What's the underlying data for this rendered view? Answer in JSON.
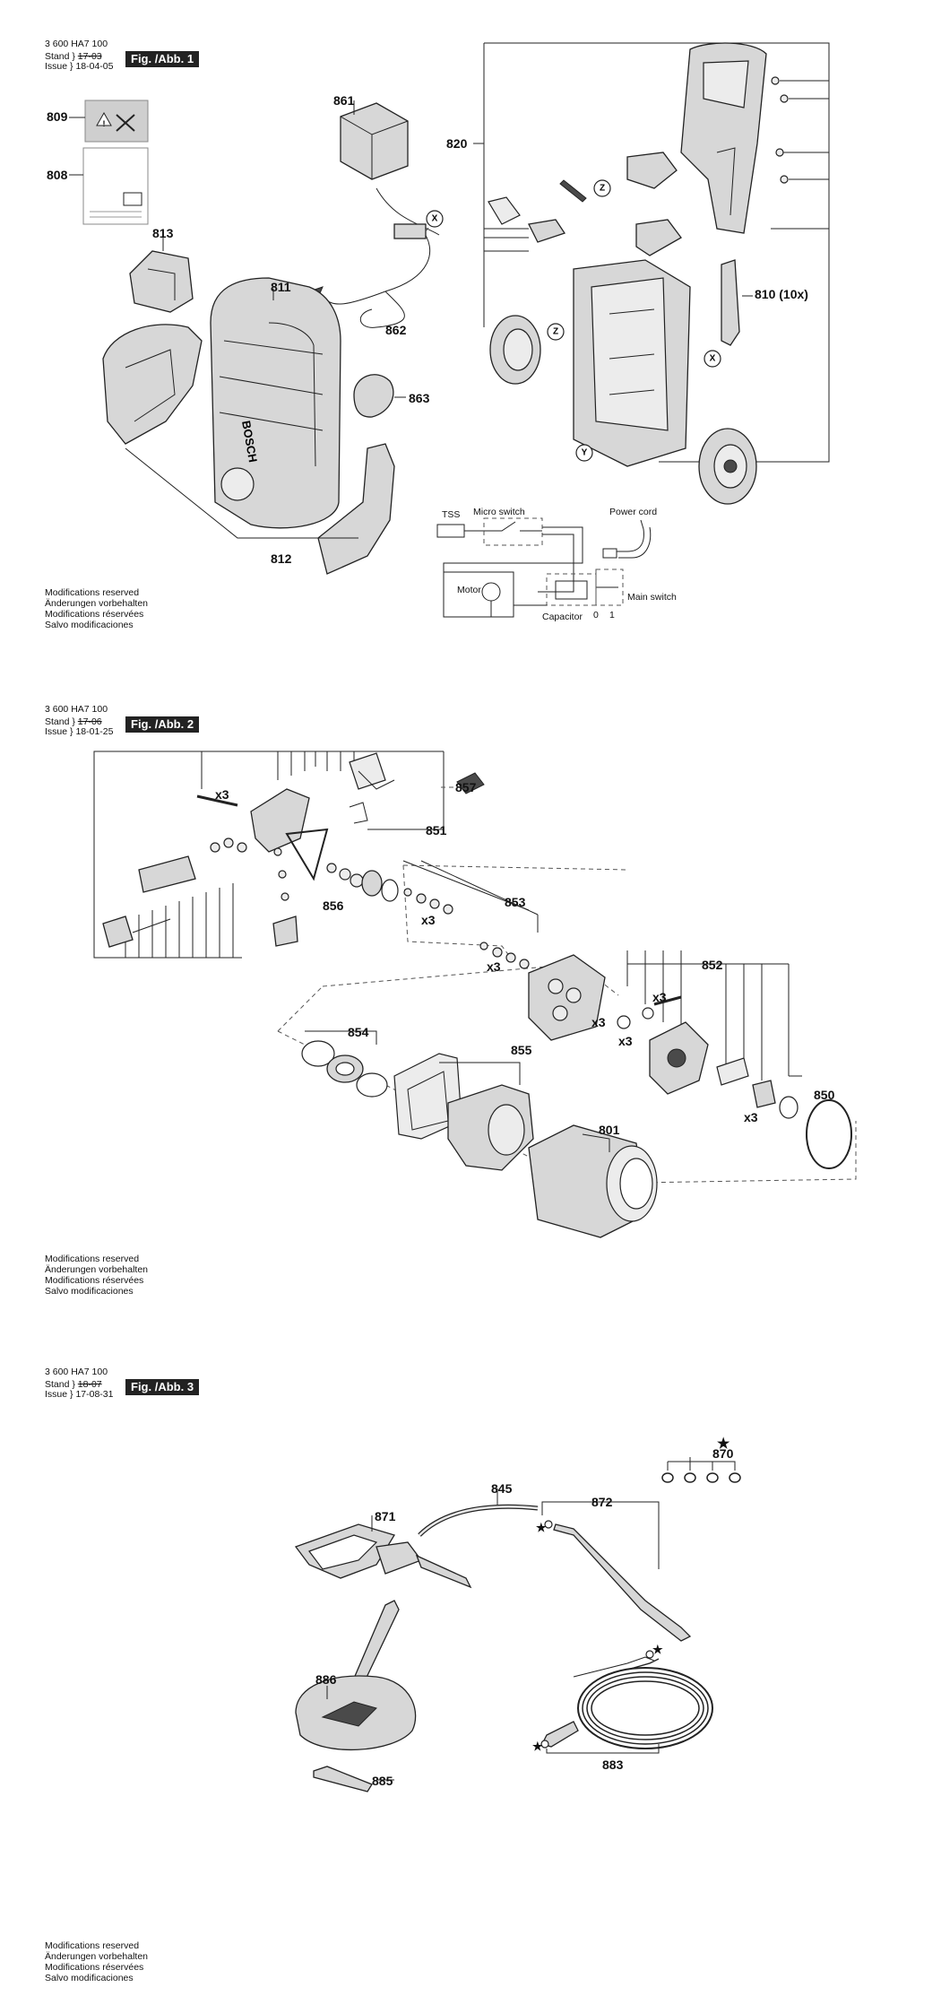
{
  "sections": [
    {
      "header": {
        "code": "3 600 HA7 100",
        "stand_label": "Stand",
        "issue_label": "Issue",
        "stand_value": "17-03",
        "issue_value": "18-04-05"
      },
      "badge": "Fig. /Abb. 1",
      "labels": {
        "l809": "809",
        "l808": "808",
        "l861": "861",
        "l820": "820",
        "l813": "813",
        "l811": "811",
        "l810": "810 (10x)",
        "l862": "862",
        "l863": "863",
        "l812": "812"
      },
      "brand": "BOSCH",
      "callouts": {
        "z": "Z",
        "x": "X",
        "y": "Y"
      },
      "wiring": {
        "tss": "TSS",
        "micro_switch": "Micro switch",
        "power_cord": "Power cord",
        "motor": "Motor",
        "main_switch": "Main switch",
        "capacitor": "Capacitor",
        "sw0": "0",
        "sw1": "1"
      }
    },
    {
      "header": {
        "code": "3 600 HA7 100",
        "stand_label": "Stand",
        "issue_label": "Issue",
        "stand_value": "17-06",
        "issue_value": "18-01-25"
      },
      "badge": "Fig. /Abb. 2",
      "labels": {
        "l857": "857",
        "l851": "851",
        "l856": "856",
        "l853": "853",
        "l852": "852",
        "l854": "854",
        "l855": "855",
        "l850": "850",
        "l801": "801"
      },
      "multipliers": {
        "m1": "x3",
        "m2": "x3",
        "m3": "x3",
        "m4": "x3",
        "m5": "x3",
        "m6": "x3",
        "m7": "x3"
      }
    },
    {
      "header": {
        "code": "3 600 HA7 100",
        "stand_label": "Stand",
        "issue_label": "Issue",
        "stand_value": "18-07",
        "issue_value": "17-08-31"
      },
      "badge": "Fig. /Abb. 3",
      "labels": {
        "l870": "870",
        "l871": "871",
        "l845": "845",
        "l872": "872",
        "l886": "886",
        "l885": "885",
        "l883": "883"
      },
      "star": "★"
    }
  ],
  "notes": [
    "Modifications reserved",
    "Änderungen vorbehalten",
    "Modifications réservées",
    "Salvo modificaciones"
  ]
}
